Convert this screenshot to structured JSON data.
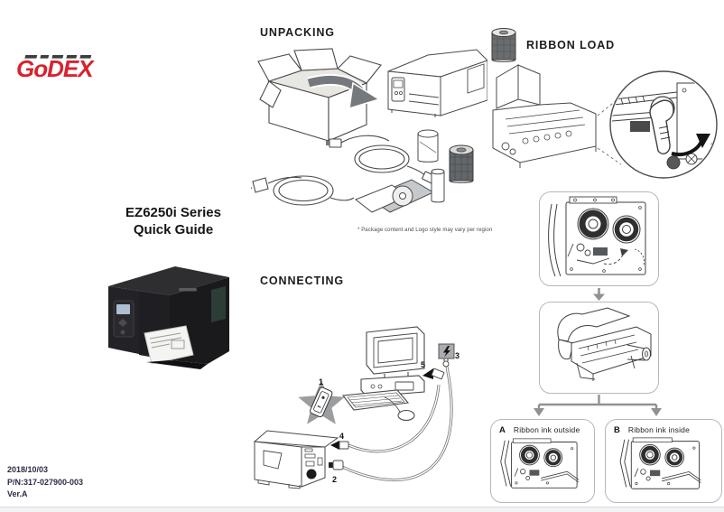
{
  "brand": {
    "name": "GoDEX"
  },
  "title": {
    "line1": "EZ6250i Series",
    "line2": "Quick Guide"
  },
  "sections": {
    "unpacking": {
      "heading": "UNPACKING",
      "footnote": "* Package content and Logo style may vary per region"
    },
    "connecting": {
      "heading": "CONNECTING",
      "steps": [
        "1",
        "2",
        "3",
        "4",
        "5"
      ]
    },
    "ribbon_load": {
      "heading": "RIBBON LOAD",
      "options": [
        {
          "key": "A",
          "label": "Ribbon ink outside"
        },
        {
          "key": "B",
          "label": "Ribbon ink inside"
        }
      ]
    }
  },
  "footer": {
    "date": "2018/10/03",
    "part_number": "P/N:317-027900-003",
    "version": "Ver.A"
  },
  "colors": {
    "logo_red": "#d8232f",
    "logo_accent": "#3c3c3e",
    "line_art": "#4a4a4a",
    "arrow_gray": "#8f9295",
    "panel_border": "#b5b8bc",
    "footer_text": "#2b2b45"
  }
}
